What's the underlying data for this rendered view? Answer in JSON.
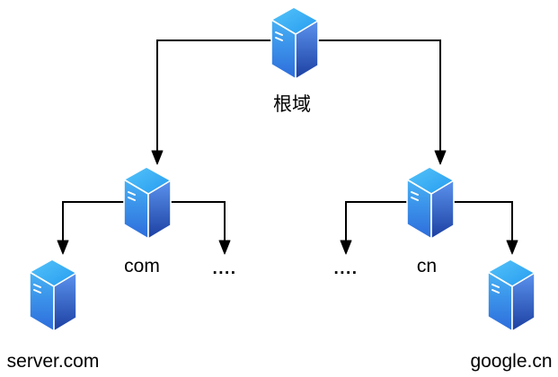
{
  "diagram": {
    "type": "tree",
    "subject": "dns-domain-hierarchy",
    "nodes": {
      "root": {
        "label": "根域",
        "icon": "server-icon"
      },
      "com": {
        "label": "com",
        "icon": "server-icon"
      },
      "cn": {
        "label": "cn",
        "icon": "server-icon"
      },
      "server_com": {
        "label": "server.com",
        "icon": "server-icon"
      },
      "google_cn": {
        "label": "google.cn",
        "icon": "server-icon"
      },
      "dots_left": {
        "label": "...."
      },
      "dots_right": {
        "label": "...."
      }
    },
    "edges": [
      {
        "from": "root",
        "to": "com"
      },
      {
        "from": "root",
        "to": "cn"
      },
      {
        "from": "com",
        "to": "server_com"
      },
      {
        "from": "com",
        "to": "dots_left"
      },
      {
        "from": "cn",
        "to": "dots_right"
      },
      {
        "from": "cn",
        "to": "google_cn"
      }
    ],
    "colors": {
      "background": "#ffffff",
      "line": "#000000",
      "text": "#000000",
      "icon_top_light": "#55c4f9",
      "icon_top_dark": "#259bf0",
      "icon_left_light": "#47b2f5",
      "icon_left_dark": "#2d6bdb",
      "icon_right_light": "#5b93ee",
      "icon_right_dark": "#1c3fa1",
      "icon_edge": "#ffffff"
    }
  }
}
